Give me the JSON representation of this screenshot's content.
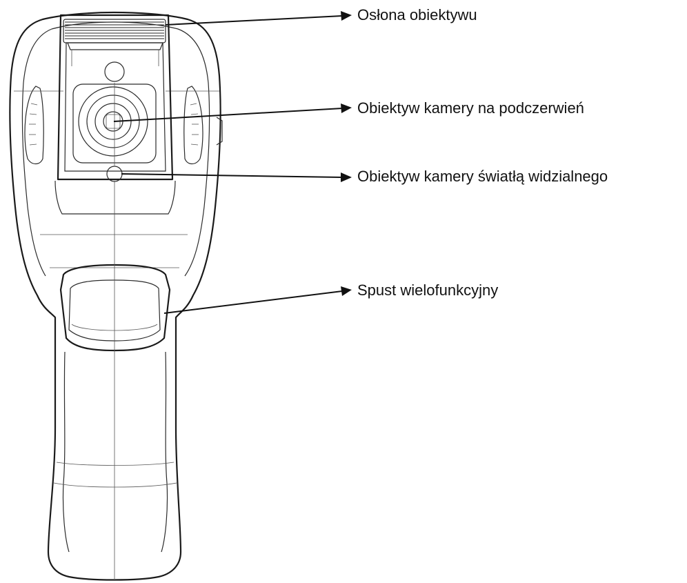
{
  "callouts": [
    {
      "id": "lens-cover",
      "text": "Osłona obiektywu"
    },
    {
      "id": "ir-lens",
      "text": "Obiektyw kamery na podczerwień"
    },
    {
      "id": "visible-lens",
      "text": "Obiektyw kamery światłą widzialnego"
    },
    {
      "id": "trigger",
      "text": "Spust wielofunkcyjny"
    }
  ],
  "colors": {
    "line": "#1a1a1a",
    "background": "#ffffff"
  }
}
